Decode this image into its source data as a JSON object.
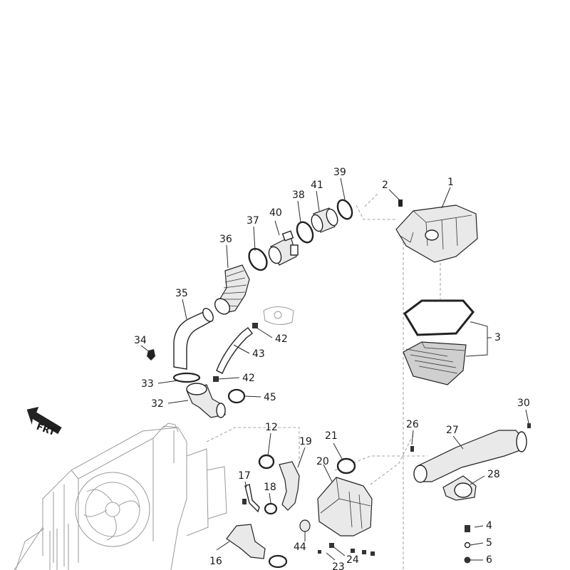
{
  "diagram": {
    "direction_label": "FRT",
    "callouts": [
      {
        "id": "1",
        "label": "1"
      },
      {
        "id": "2",
        "label": "2"
      },
      {
        "id": "3",
        "label": "3"
      },
      {
        "id": "4",
        "label": "4"
      },
      {
        "id": "5",
        "label": "5"
      },
      {
        "id": "6",
        "label": "6"
      },
      {
        "id": "12",
        "label": "12"
      },
      {
        "id": "16",
        "label": "16"
      },
      {
        "id": "17",
        "label": "17"
      },
      {
        "id": "18",
        "label": "18"
      },
      {
        "id": "19",
        "label": "19"
      },
      {
        "id": "20",
        "label": "20"
      },
      {
        "id": "21",
        "label": "21"
      },
      {
        "id": "23",
        "label": "23"
      },
      {
        "id": "24",
        "label": "24"
      },
      {
        "id": "26",
        "label": "26"
      },
      {
        "id": "27",
        "label": "27"
      },
      {
        "id": "28",
        "label": "28"
      },
      {
        "id": "30",
        "label": "30"
      },
      {
        "id": "32",
        "label": "32"
      },
      {
        "id": "33",
        "label": "33"
      },
      {
        "id": "34",
        "label": "34"
      },
      {
        "id": "35",
        "label": "35"
      },
      {
        "id": "36",
        "label": "36"
      },
      {
        "id": "37",
        "label": "37"
      },
      {
        "id": "38",
        "label": "38"
      },
      {
        "id": "39",
        "label": "39"
      },
      {
        "id": "40",
        "label": "40"
      },
      {
        "id": "41",
        "label": "41"
      },
      {
        "id": "42a",
        "label": "42"
      },
      {
        "id": "42b",
        "label": "42"
      },
      {
        "id": "43",
        "label": "43"
      },
      {
        "id": "44",
        "label": "44"
      },
      {
        "id": "45",
        "label": "45"
      }
    ]
  }
}
